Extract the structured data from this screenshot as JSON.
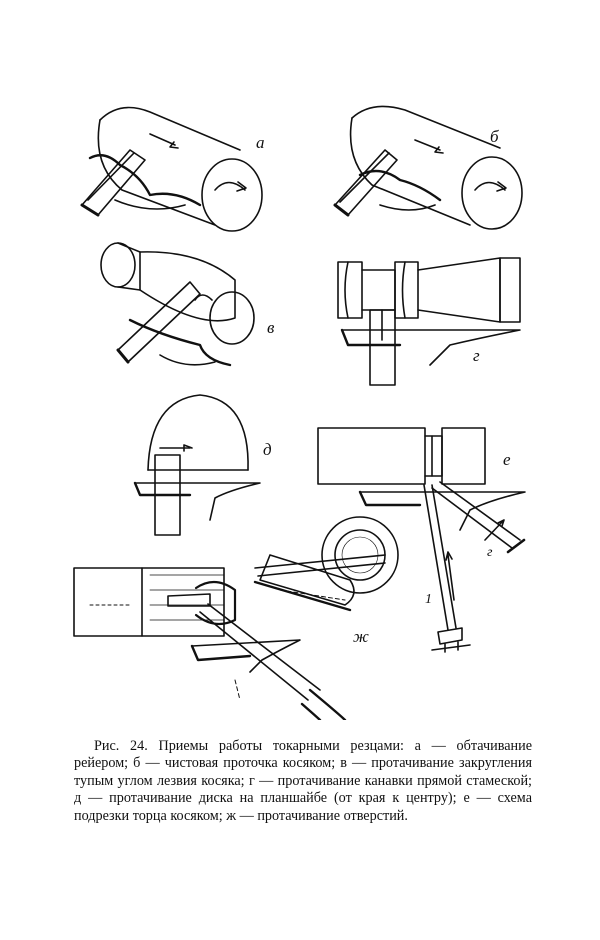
{
  "figure": {
    "labels": {
      "a": "а",
      "b": "б",
      "v": "в",
      "g": "г",
      "d": "д",
      "e": "е",
      "zh": "ж",
      "one": "1",
      "two": "г"
    }
  },
  "caption": {
    "text": "Рис. 24. Приемы работы токарными резцами: а — обтачивание рейером; б — чистовая проточка косяком; в — протачивание закругления тупым углом лезвия косяка; г — протачивание канавки прямой стамеской; д — протачивание диска на планшайбе (от края к центру); е — схема подрезки торца косяком; ж — протачивание отверстий."
  }
}
